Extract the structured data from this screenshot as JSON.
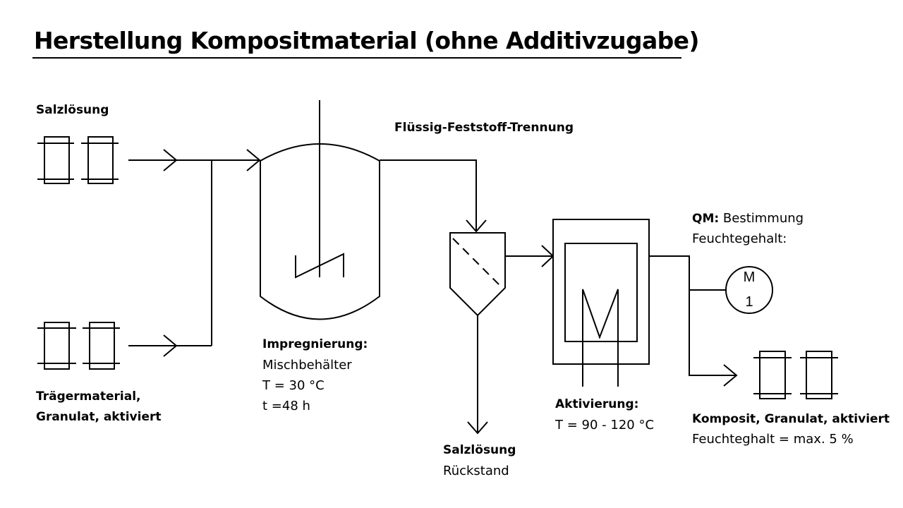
{
  "title": "Herstellung Kompositmaterial (ohne Additivzugabe)",
  "labels": {
    "salt_solution_input": "Salzlösung",
    "carrier_line1": "Trägermaterial,",
    "carrier_line2": "Granulat, aktiviert",
    "separation": "Flüssig-Feststoff-Trennung",
    "impregnation_title": "Impregnierung:",
    "impregnation_vessel": "Mischbehälter",
    "impregnation_temp": "T = 30 °C",
    "impregnation_time": "t =48 h",
    "salt_residue_title": "Salzlösung",
    "salt_residue_sub": "Rückstand",
    "activation_title": "Aktivierung:",
    "activation_temp": "T = 90 - 120 °C",
    "qm_prefix": "QM:",
    "qm_text": " Bestimmung",
    "qm_text2": "Feuchtegehalt:",
    "motor_letter": "M",
    "motor_number": "1",
    "product_title": "Komposit, Granulat, aktiviert",
    "product_sub": "Feuchteghalt = max. 5 %"
  }
}
